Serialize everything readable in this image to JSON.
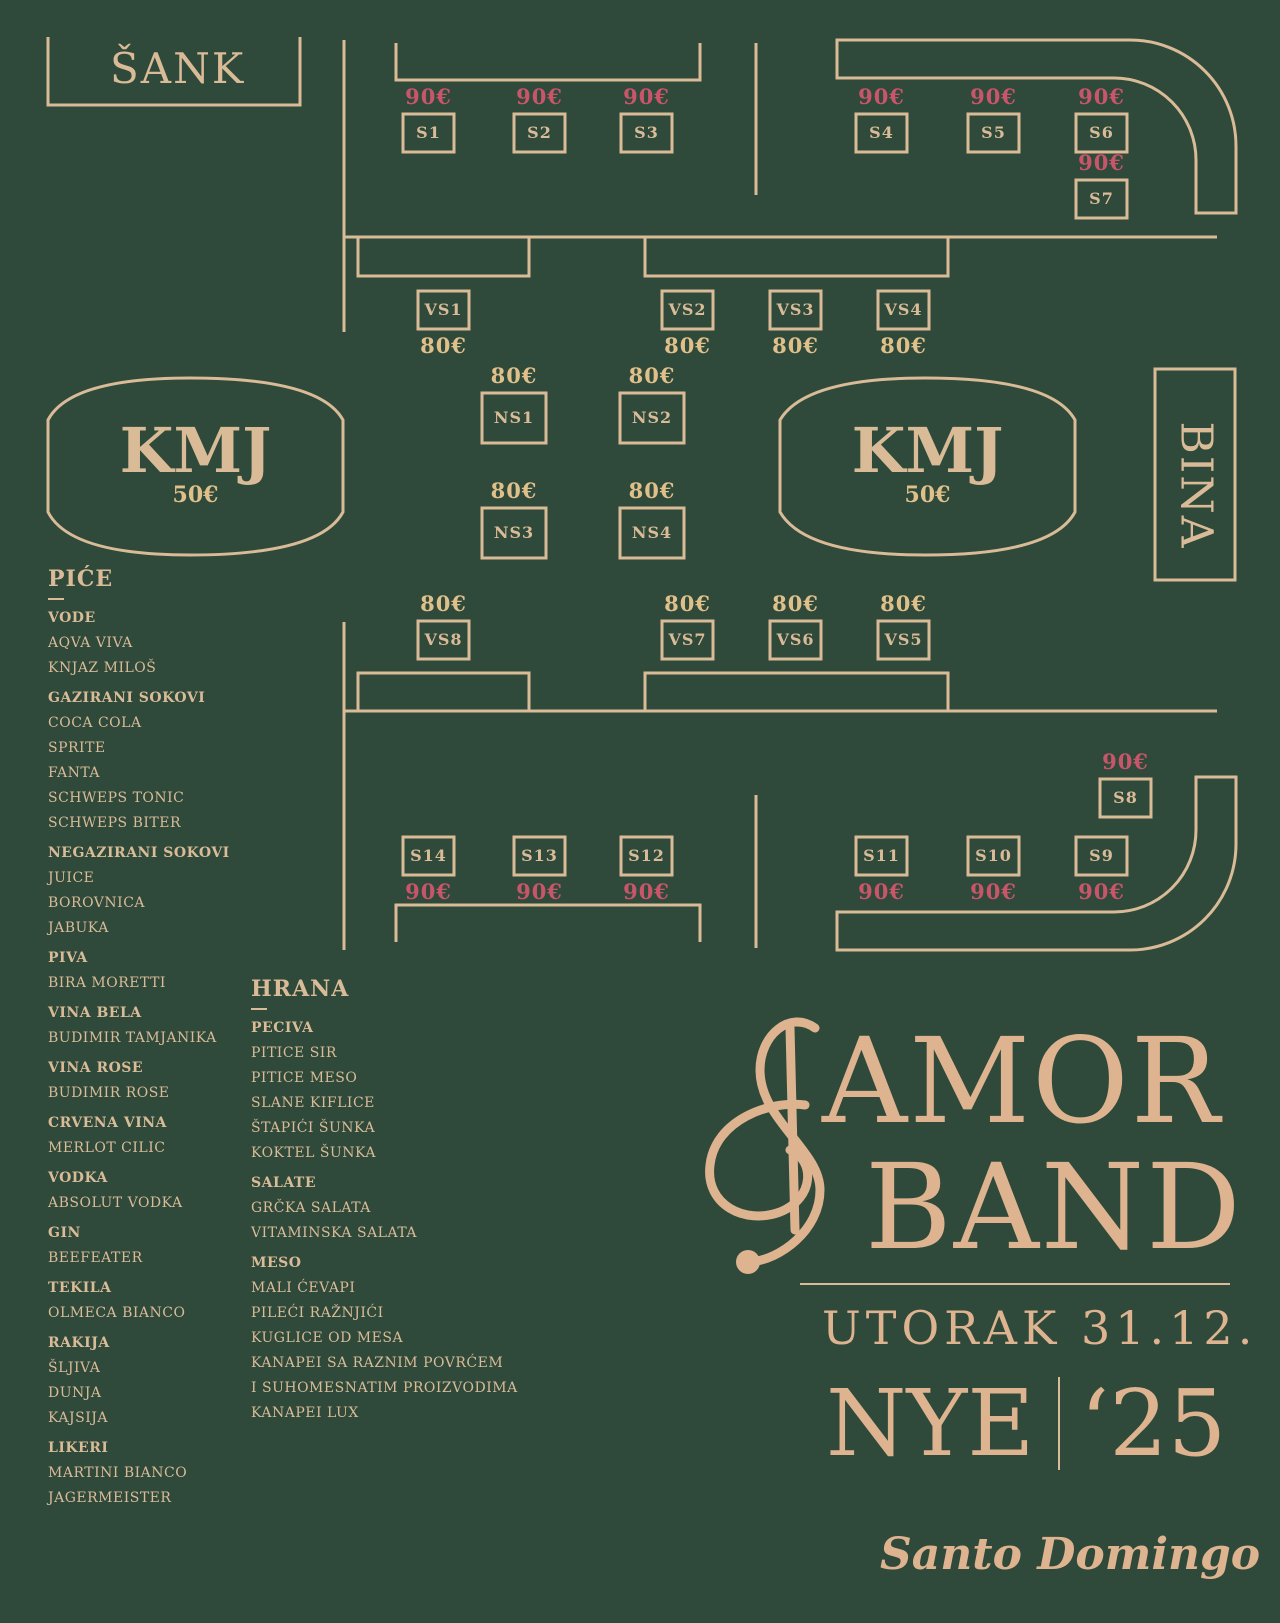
{
  "colors": {
    "background": "#2f4a3a",
    "line": "#d9bb97",
    "price_vip": "#c9556a",
    "price_standard": "#e0c08a",
    "title": "#deb390"
  },
  "plan": {
    "bar_label": "ŠANK",
    "stage_label": "BINA",
    "kmj_left": {
      "label": "KMJ",
      "price": "50€"
    },
    "kmj_right": {
      "label": "KMJ",
      "price": "50€"
    },
    "s_tables": [
      {
        "label": "S1",
        "price": "90€"
      },
      {
        "label": "S2",
        "price": "90€"
      },
      {
        "label": "S3",
        "price": "90€"
      },
      {
        "label": "S4",
        "price": "90€"
      },
      {
        "label": "S5",
        "price": "90€"
      },
      {
        "label": "S6",
        "price": "90€"
      },
      {
        "label": "S7",
        "price": "90€"
      },
      {
        "label": "S8",
        "price": "90€"
      },
      {
        "label": "S9",
        "price": "90€"
      },
      {
        "label": "S10",
        "price": "90€"
      },
      {
        "label": "S11",
        "price": "90€"
      },
      {
        "label": "S12",
        "price": "90€"
      },
      {
        "label": "S13",
        "price": "90€"
      },
      {
        "label": "S14",
        "price": "90€"
      }
    ],
    "vs_tables": [
      {
        "label": "VS1",
        "price": "80€"
      },
      {
        "label": "VS2",
        "price": "80€"
      },
      {
        "label": "VS3",
        "price": "80€"
      },
      {
        "label": "VS4",
        "price": "80€"
      },
      {
        "label": "VS5",
        "price": "80€"
      },
      {
        "label": "VS6",
        "price": "80€"
      },
      {
        "label": "VS7",
        "price": "80€"
      },
      {
        "label": "VS8",
        "price": "80€"
      }
    ],
    "ns_tables": [
      {
        "label": "NS1",
        "price": "80€"
      },
      {
        "label": "NS2",
        "price": "80€"
      },
      {
        "label": "NS3",
        "price": "80€"
      },
      {
        "label": "NS4",
        "price": "80€"
      }
    ]
  },
  "drinks": {
    "heading": "PIĆE",
    "categories": [
      {
        "name": "VODE",
        "items": [
          "AQVA VIVA",
          "KNJAZ MILOŠ"
        ]
      },
      {
        "name": "GAZIRANI SOKOVI",
        "items": [
          "COCA COLA",
          "SPRITE",
          "FANTA",
          "SCHWEPS TONIC",
          "SCHWEPS BITER"
        ]
      },
      {
        "name": "NEGAZIRANI SOKOVI",
        "items": [
          "JUICE",
          "BOROVNICA",
          "JABUKA"
        ]
      },
      {
        "name": "PIVA",
        "items": [
          "BIRA MORETTI"
        ]
      },
      {
        "name": "VINA BELA",
        "items": [
          "BUDIMIR TAMJANIKA"
        ]
      },
      {
        "name": "VINA ROSE",
        "items": [
          "BUDIMIR ROSE"
        ]
      },
      {
        "name": "CRVENA VINA",
        "items": [
          "MERLOT CILIC"
        ]
      },
      {
        "name": "VODKA",
        "items": [
          "ABSOLUT VODKA"
        ]
      },
      {
        "name": "GIN",
        "items": [
          "BEEFEATER"
        ]
      },
      {
        "name": "TEKILA",
        "items": [
          "OLMECA BIANCO"
        ]
      },
      {
        "name": "RAKIJA",
        "items": [
          "ŠLJIVA",
          "DUNJA",
          "KAJSIJA"
        ]
      },
      {
        "name": "LIKERI",
        "items": [
          "MARTINI BIANCO",
          "JAGERMEISTER"
        ]
      }
    ]
  },
  "food": {
    "heading": "HRANA",
    "categories": [
      {
        "name": "PECIVA",
        "items": [
          "PITICE SIR",
          "PITICE MESO",
          "SLANE KIFLICE",
          "ŠTAPIĆI ŠUNKA",
          "KOKTEL ŠUNKA"
        ]
      },
      {
        "name": "SALATE",
        "items": [
          "GRČKA SALATA",
          "VITAMINSKA SALATA"
        ]
      },
      {
        "name": "MESO",
        "items": [
          "MALI ĆEVAPI",
          "PILEĆI RAŽNJIĆI",
          "KUGLICE OD MESA",
          "KANAPEI SA RAZNIM POVRĆEM",
          "I SUHOMESNATIM PROIZVODIMA",
          "KANAPEI LUX"
        ]
      }
    ]
  },
  "event": {
    "band_line1": "AMOR",
    "band_line2": "BAND",
    "date": "UTORAK 31.12.",
    "nye": "NYE",
    "year": "‘25",
    "venue": "Santo Domingo",
    "clef_icon": "treble-clef-icon"
  }
}
